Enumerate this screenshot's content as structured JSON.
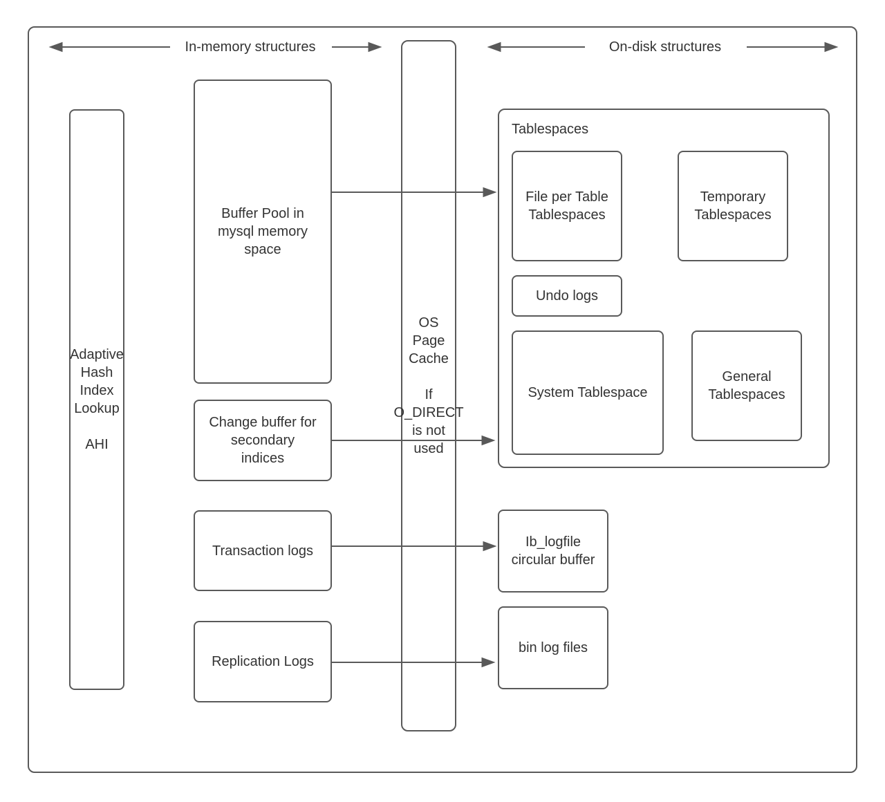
{
  "header": {
    "in_memory_label": "In-memory structures",
    "on_disk_label": "On-disk structures"
  },
  "in_memory": {
    "ahi_label": "Adaptive\nHash\nIndex\nLookup\n\nAHI",
    "buffer_pool_label": "Buffer Pool in\nmysql memory\nspace",
    "change_buffer_label": "Change buffer for\nsecondary\nindices",
    "transaction_logs_label": "Transaction logs",
    "replication_logs_label": "Replication Logs"
  },
  "os_page_cache": {
    "label": "OS\nPage\nCache\n\nIf\nO_DIRECT\nis not\nused"
  },
  "on_disk": {
    "tablespaces_title": "Tablespaces",
    "file_per_table_label": "File per Table\nTablespaces",
    "temporary_label": "Temporary\nTablespaces",
    "undo_logs_label": "Undo logs",
    "system_tablespace_label": "System Tablespace",
    "general_tablespaces_label": "General\nTablespaces",
    "ib_logfile_label": "Ib_logfile\ncircular buffer",
    "bin_log_files_label": "bin log files"
  },
  "colors": {
    "stroke": "#595959",
    "text": "#333333",
    "background": "#ffffff"
  }
}
